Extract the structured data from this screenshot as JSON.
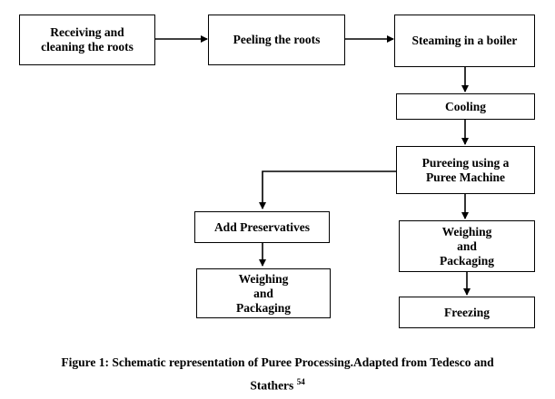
{
  "steps": {
    "receiving": "Receiving and\ncleaning the roots",
    "peeling": "Peeling the roots",
    "steaming": "Steaming in a boiler",
    "cooling": "Cooling",
    "pureeing": "Pureeing using a\nPuree Machine",
    "preservatives": "Add Preservatives",
    "weighing_left": "Weighing\nand\nPackaging",
    "weighing_right": "Weighing\nand\nPackaging",
    "freezing": "Freezing"
  },
  "caption": {
    "line1": "Figure 1: Schematic representation  of Puree Processing.Adapted from Tedesco and",
    "line2": "Stathers",
    "ref": "54"
  }
}
